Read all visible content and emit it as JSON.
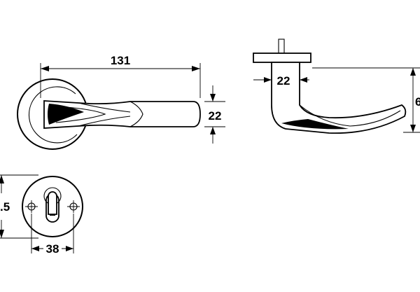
{
  "dimensions": {
    "lever_length": "131",
    "lever_width": "22",
    "side_projection": "22",
    "side_height_partial": "6",
    "rose_diameter_partial": ".5",
    "rose_width": "38"
  }
}
